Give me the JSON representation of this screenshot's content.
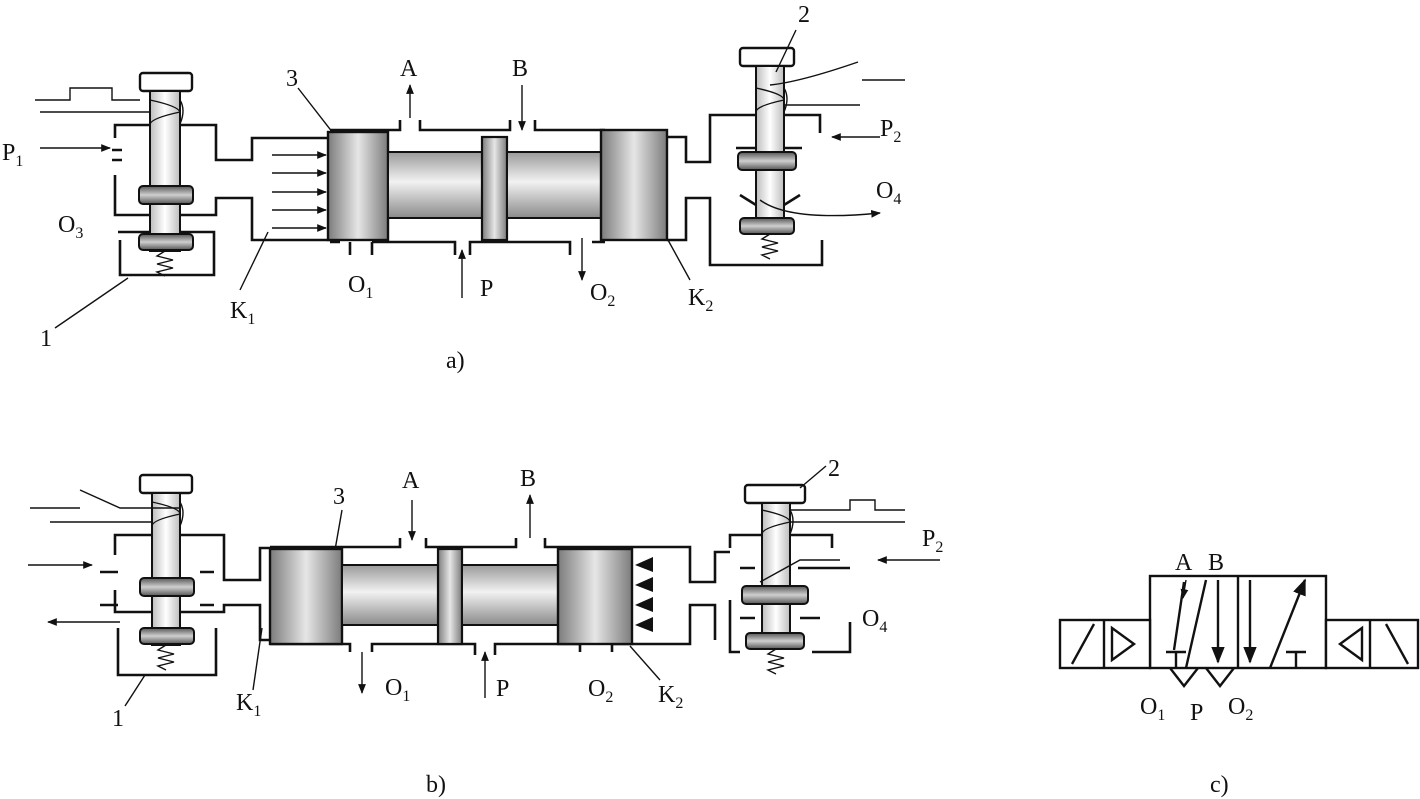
{
  "diagram_a": {
    "caption": "a)",
    "labels": {
      "A": "A",
      "B": "B",
      "P1": "P",
      "P1_sub": "1",
      "P2": "P",
      "P2_sub": "2",
      "O1": "O",
      "O1_sub": "1",
      "O2": "O",
      "O2_sub": "2",
      "O3": "O",
      "O3_sub": "3",
      "O4": "O",
      "O4_sub": "4",
      "P": "P",
      "K1": "K",
      "K1_sub": "1",
      "K2": "K",
      "K2_sub": "2",
      "n1": "1",
      "n2": "2",
      "n3": "3"
    }
  },
  "diagram_b": {
    "caption": "b)",
    "labels": {
      "A": "A",
      "B": "B",
      "P2": "P",
      "P2_sub": "2",
      "O1": "O",
      "O1_sub": "1",
      "O2": "O",
      "O2_sub": "2",
      "O4": "O",
      "O4_sub": "4",
      "P": "P",
      "K1": "K",
      "K1_sub": "1",
      "K2": "K",
      "K2_sub": "2",
      "n1": "1",
      "n2": "2",
      "n3": "3"
    }
  },
  "diagram_c": {
    "caption": "c)",
    "labels": {
      "A": "A",
      "B": "B",
      "O1": "O",
      "O1_sub": "1",
      "P": "P",
      "O2": "O",
      "O2_sub": "2"
    }
  }
}
